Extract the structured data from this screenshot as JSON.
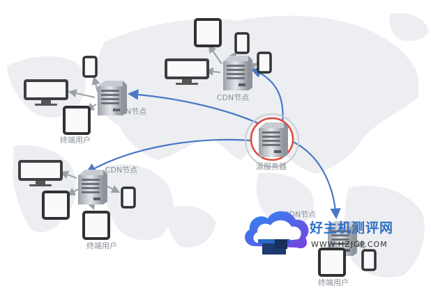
{
  "diagram": {
    "source_server_label": "源服务器",
    "cdn_node_label": "CDN节点",
    "end_user_label": "终端用户"
  },
  "watermark": {
    "name_cn": "好主机测评网",
    "url": "WWW.HZJGP.COM"
  },
  "colors": {
    "arrow": "#4a78c4",
    "highlight_ring": "#e0453a",
    "map": "#eceef1"
  }
}
